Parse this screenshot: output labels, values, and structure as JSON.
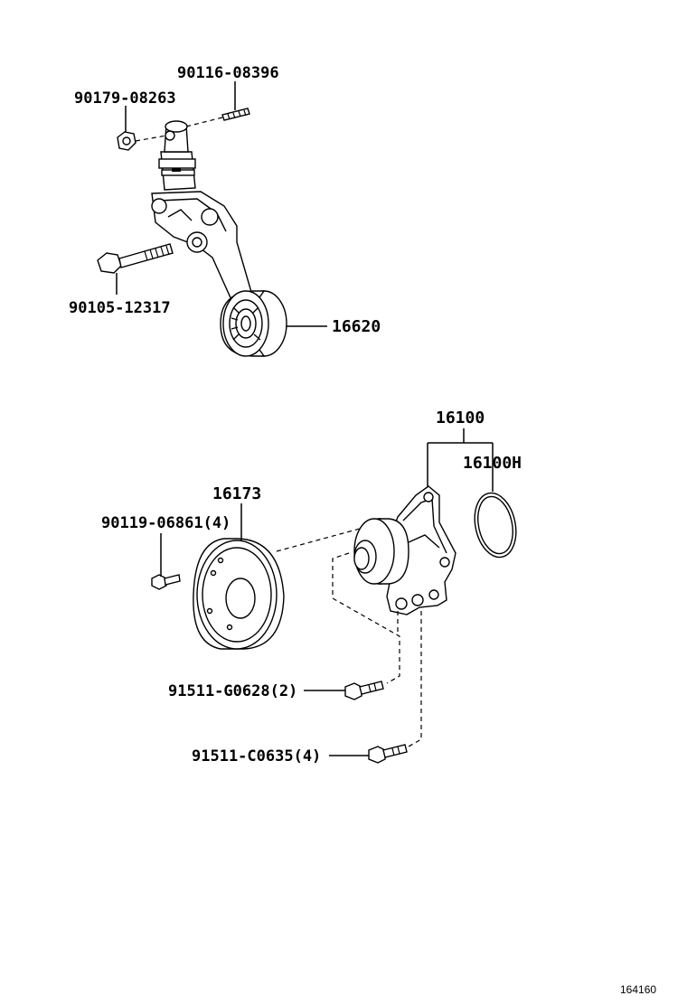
{
  "parts": {
    "nut_top": "90179-08263",
    "stud_top": "90116-08396",
    "bolt_tensioner": "90105-12317",
    "idler_pulley": "16620",
    "water_pump_assy": "16100",
    "gasket": "16100H",
    "pump_pulley": "16173",
    "pulley_bolt": "90119-06861(4)",
    "pump_bolt_g": "91511-G0628(2)",
    "pump_bolt_c": "91511-C0635(4)"
  },
  "diagram_ref": "164160"
}
